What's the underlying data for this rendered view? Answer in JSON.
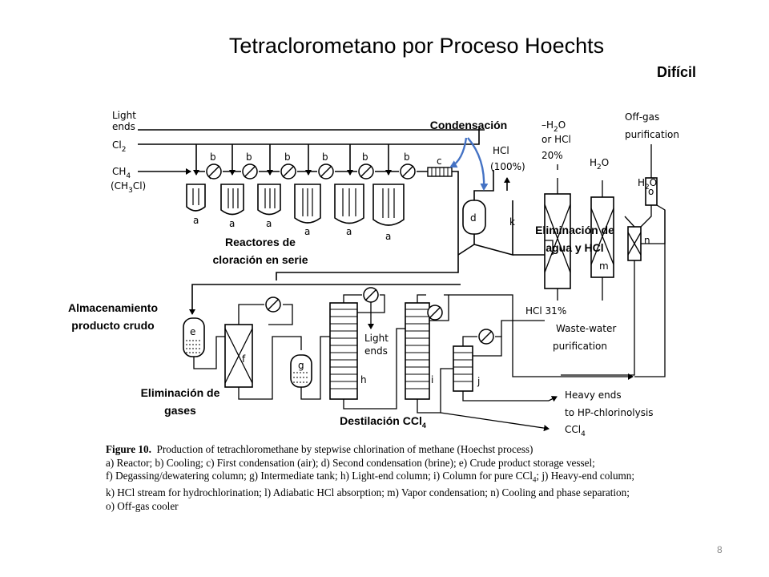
{
  "slide": {
    "title": "Tetraclorometano por Proceso Hoechts",
    "difficulty": "Difícil",
    "page_number": "8"
  },
  "annotations": {
    "condensacion": "Condensación",
    "reactores_1": "Reactores de",
    "reactores_2": "cloración en serie",
    "almacenamiento_1": "Almacenamiento",
    "almacenamiento_2": "producto crudo",
    "eliminacion_agua_1": "Eliminación de",
    "eliminacion_agua_2": "agua y HCl",
    "eliminacion_gases_1": "Eliminación de",
    "eliminacion_gases_2": "gases",
    "destilacion": "Destilación CCl",
    "destilacion_sub": "4"
  },
  "diagram": {
    "feed_light_ends": "Light",
    "feed_light_ends_2": "ends",
    "feed_cl2": "Cl",
    "feed_cl2_sub": "2",
    "feed_ch4": "CH",
    "feed_ch4_sub": "4",
    "feed_ch3cl": "(CH",
    "feed_ch3cl_sub": "3",
    "feed_ch3cl_end": "Cl)",
    "hcl_100_1": "HCl",
    "hcl_100_2": "(100%)",
    "water_or_hcl_1": "–H",
    "water_or_hcl_1_sub": "2",
    "water_or_hcl_1_end": "O",
    "water_or_hcl_2": "or  HCl",
    "water_or_hcl_3": "20%",
    "h2o_m": "H",
    "h2o_m_sub": "2",
    "h2o_m_end": "O",
    "h2o_o": "H",
    "h2o_o_sub": "2",
    "h2o_o_end": "O",
    "offgas_1": "Off-gas",
    "offgas_2": "purification",
    "hcl_31": "HCl  31%",
    "waste_water_1": "Waste-water",
    "waste_water_2": "purification",
    "light_ends_1": "Light",
    "light_ends_2": "ends",
    "heavy_ends_1": "Heavy ends",
    "heavy_ends_2": "to HP-chlorinolysis",
    "ccl4_out": "CCl",
    "ccl4_out_sub": "4",
    "labels": {
      "a": "a",
      "b": "b",
      "c": "c",
      "d": "d",
      "e": "e",
      "f": "f",
      "g": "g",
      "h": "h",
      "i": "i",
      "j": "j",
      "k": "k",
      "m": "m",
      "n": "n",
      "o": "o"
    }
  },
  "caption": {
    "figure": "Figure 10.",
    "heading": "Production of tetrachloromethane by stepwise chlorination of methane (Hoechst process)",
    "line1": "a) Reactor; b) Cooling; c) First condensation (air); d) Second condensation (brine); e) Crude product storage vessel;",
    "line2a": "f) Degassing/dewatering column; g) Intermediate tank; h) Light-end column; i) Column for pure CCl",
    "line2sub": "4",
    "line2b": "; j) Heavy-end column;",
    "line3": "k) HCl stream for hydrochlorination; l) Adiabatic HCl absorption; m) Vapor condensation; n) Cooling and phase separation;",
    "line4": "o) Off-gas cooler"
  },
  "colors": {
    "arrow_blue": "#4472c4",
    "page_number_gray": "#8a8a8a"
  }
}
